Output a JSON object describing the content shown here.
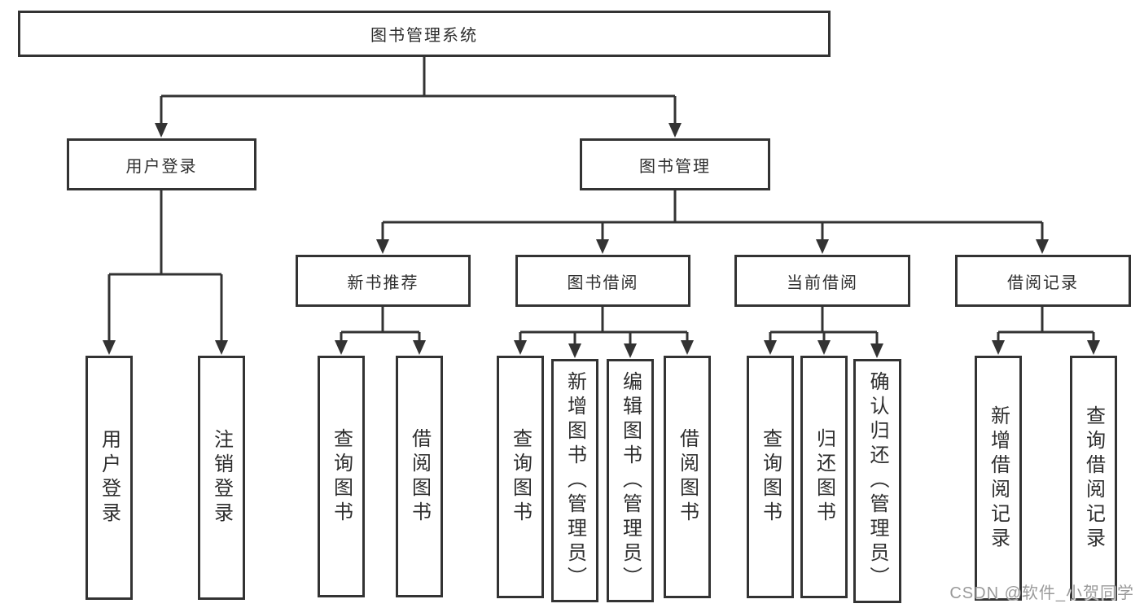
{
  "tree": {
    "root": {
      "label": "图书管理系统"
    },
    "branches": [
      {
        "label": "用户登录",
        "children": [
          {
            "label": "用户登录"
          },
          {
            "label": "注销登录"
          }
        ]
      },
      {
        "label": "图书管理",
        "children": [
          {
            "label": "新书推荐",
            "children": [
              {
                "label": "查询图书"
              },
              {
                "label": "借阅图书"
              }
            ]
          },
          {
            "label": "图书借阅",
            "children": [
              {
                "label": "查询图书"
              },
              {
                "label": "新增图书（管理员）"
              },
              {
                "label": "编辑图书（管理员）"
              },
              {
                "label": "借阅图书"
              }
            ]
          },
          {
            "label": "当前借阅",
            "children": [
              {
                "label": "查询图书"
              },
              {
                "label": "归还图书"
              },
              {
                "label": "确认归还（管理员）"
              }
            ]
          },
          {
            "label": "借阅记录",
            "children": [
              {
                "label": "新增借阅记录"
              },
              {
                "label": "查询借阅记录"
              }
            ]
          }
        ]
      }
    ]
  },
  "watermark": "CSDN @软件_小贺同学",
  "colors": {
    "line": "#333333",
    "text": "#2e2e2e",
    "background": "#ffffff",
    "watermark": "#9a9a9a"
  }
}
